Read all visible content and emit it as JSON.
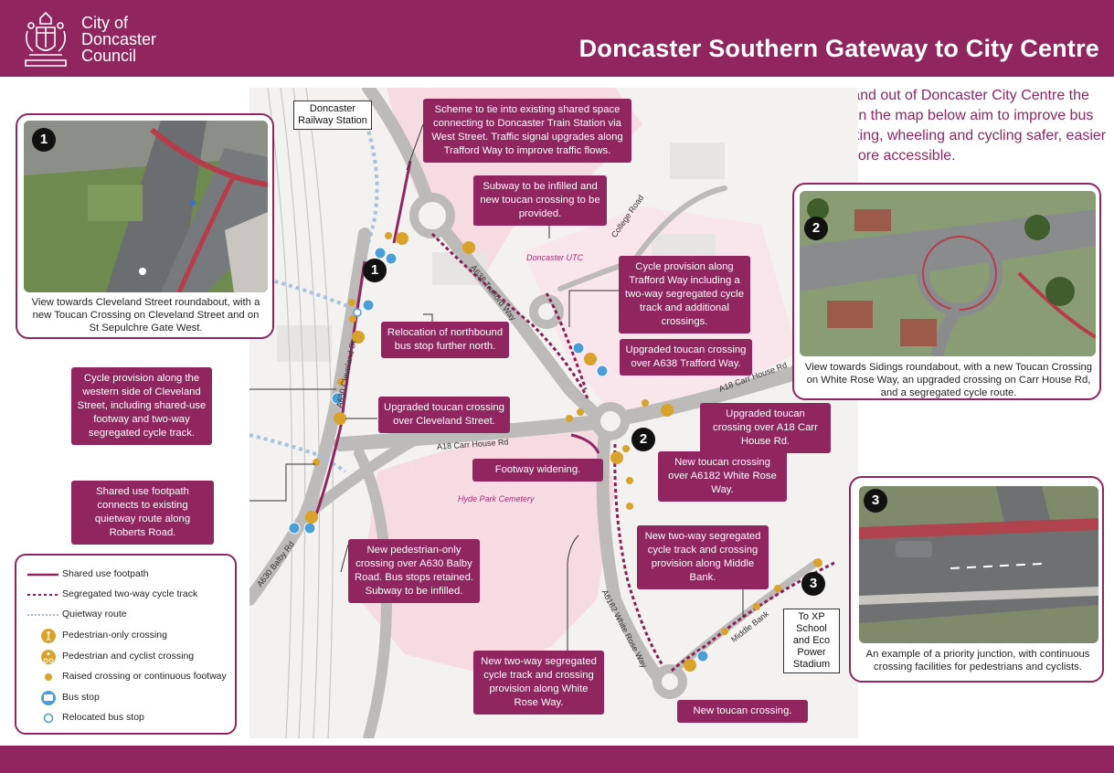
{
  "header": {
    "council_name": [
      "City of",
      "Doncaster",
      "Council"
    ],
    "title": "Doncaster Southern Gateway to City Centre"
  },
  "intro": "Located on a key route in and out of Doncaster City Centre the proposed changes shown on the map below aim to improve bus journey times, and make walking, wheeling and cycling safer, easier and more accessible.",
  "colors": {
    "brand": "#912560",
    "shared_footpath": "#912560",
    "cycle_track": "#8a1f55",
    "quietway": "#a9c0e0",
    "crossing": "#d9a22a",
    "bus_stop": "#4a9fd8",
    "pink_area": "#f4d6df"
  },
  "map": {
    "station_label": "Doncaster Railway Station",
    "destination_label": "To XP School and Eco Power Stadium",
    "place_labels": {
      "utc": "Doncaster UTC",
      "cemetery": "Hyde Park Cemetery"
    },
    "road_labels": {
      "college_road": "College Road",
      "a638": "A638 Trafford Way",
      "a630_cleveland": "A630 Cleveland St",
      "a18_east": "A18 Carr House Rd",
      "a18_west": "A18 Carr House Rd",
      "a630_balby": "A630 Balby Rd",
      "a6182": "A6182 White Rose Way",
      "middle_bank": "Middle Bank"
    },
    "markers": [
      "1",
      "2",
      "3"
    ]
  },
  "callouts": {
    "scheme_shared_space": "Scheme to tie into existing shared space connecting to Doncaster Train Station via West Street. Traffic signal upgrades along Trafford Way to improve traffic flows.",
    "subway_infilled": "Subway to be infilled and new toucan crossing to be provided.",
    "cycle_trafford": "Cycle provision along Trafford Way including a two-way segregated cycle track and additional crossings.",
    "relocation_bus_stop": "Relocation of northbound bus stop further north.",
    "upgraded_a638": "Upgraded toucan crossing over A638 Trafford Way.",
    "cycle_cleveland": "Cycle provision along the western side of Cleveland Street, including shared-use footway and two-way segregated cycle track.",
    "upgraded_cleveland": "Upgraded toucan crossing over Cleveland Street.",
    "upgraded_a18": "Upgraded toucan crossing over A18 Carr House Rd.",
    "new_a6182": "New toucan crossing over A6182 White Rose Way.",
    "footway_widening": "Footway widening.",
    "shared_roberts": "Shared use footpath connects to existing quietway route along Roberts Road.",
    "ped_balby": "New pedestrian-only crossing over A630 Balby Road. Bus stops retained. Subway to be infilled.",
    "middle_bank": "New two-way segregated cycle track and crossing provision along Middle Bank.",
    "white_rose": "New two-way segregated cycle track and crossing provision along White Rose Way.",
    "new_toucan": "New toucan crossing."
  },
  "photos": [
    {
      "number": "1",
      "caption": "View towards Cleveland Street roundabout, with a new Toucan Crossing on Cleveland Street and on St Sepulchre Gate West."
    },
    {
      "number": "2",
      "caption": "View towards Sidings roundabout, with a new Toucan Crossing on White Rose Way, an upgraded crossing on Carr House Rd, and a segregated cycle route."
    },
    {
      "number": "3",
      "caption": "An example of a priority junction, with continuous crossing facilities for pedestrians and cyclists."
    }
  ],
  "legend": [
    {
      "label": "Shared use footpath",
      "icon": "solid-line-icon"
    },
    {
      "label": "Segregated two-way cycle track",
      "icon": "dashed-line-icon"
    },
    {
      "label": "Quietway route",
      "icon": "dotted-line-icon"
    },
    {
      "label": "Pedestrian-only crossing",
      "icon": "pedestrian-icon"
    },
    {
      "label": "Pedestrian and cyclist crossing",
      "icon": "pedestrian-cyclist-icon"
    },
    {
      "label": "Raised crossing or continuous footway",
      "icon": "dot-icon"
    },
    {
      "label": "Bus stop",
      "icon": "bus-icon"
    },
    {
      "label": "Relocated bus stop",
      "icon": "ring-icon"
    }
  ]
}
